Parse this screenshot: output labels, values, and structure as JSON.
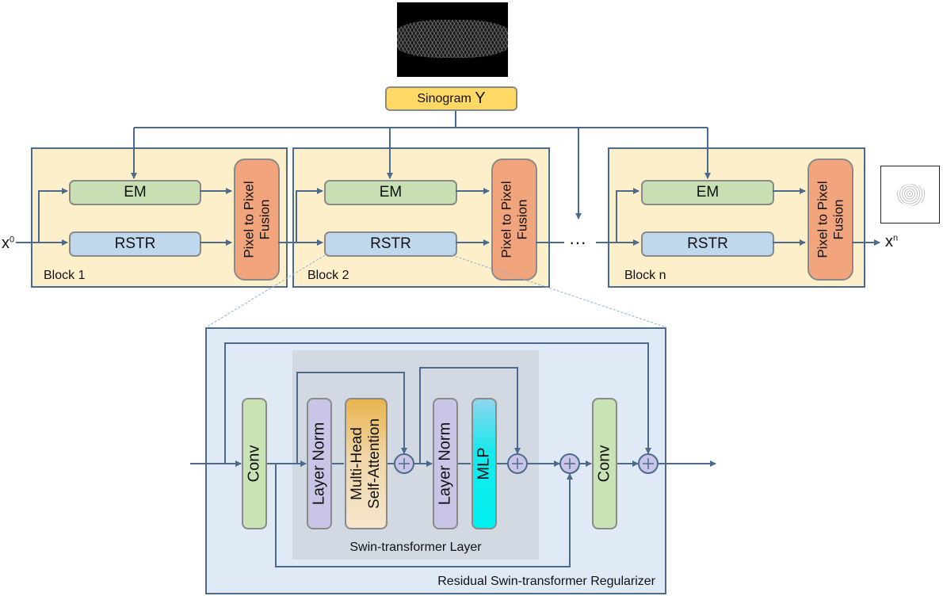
{
  "colors": {
    "line": "#4c6a8c",
    "block_fill": "#fdefc9",
    "em_fill": "#c7dfb3",
    "rstr_fill": "#bfd8ee",
    "fusion_fill": "#f2a57c",
    "sinogram_fill": "#ffd966",
    "regularizer_fill": "#dfeaf6",
    "swin_fill": "#d3d9e3",
    "conv_fill": "#c9e3b5",
    "layernorm_fill": "#c9c5e6",
    "mlp_fill": "#18e8ec"
  },
  "sinogram": {
    "label": "Sinogram",
    "symbol": "Y"
  },
  "input": {
    "symbol": "x",
    "superscript": "0"
  },
  "output": {
    "symbol": "x",
    "superscript": "n"
  },
  "ellipsis": "···",
  "blocks": [
    {
      "label": "Block 1",
      "em": "EM",
      "rstr": "RSTR",
      "fusion": "Pixel to Pixel\nFusion"
    },
    {
      "label": "Block 2",
      "em": "EM",
      "rstr": "RSTR",
      "fusion": "Pixel to Pixel\nFusion"
    },
    {
      "label": "Block n",
      "em": "EM",
      "rstr": "RSTR",
      "fusion": "Pixel to Pixel\nFusion"
    }
  ],
  "regularizer": {
    "title": "Residual Swin-transformer Regularizer",
    "conv1": "Conv",
    "conv2": "Conv",
    "swin": {
      "title": "Swin-transformer Layer",
      "layer_norm_1": "Layer Norm",
      "attention": "Multi-Head\nSelf-Attention",
      "layer_norm_2": "Layer Norm",
      "mlp": "MLP"
    }
  }
}
